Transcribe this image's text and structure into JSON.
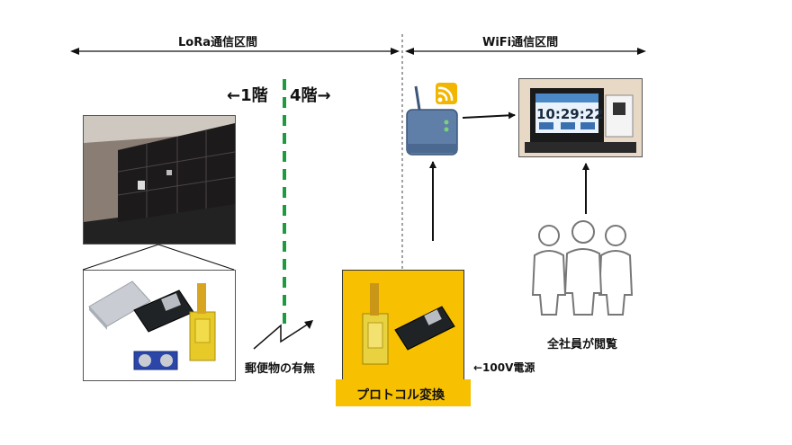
{
  "spans": {
    "lora_label": "LoRa通信区間",
    "wifi_label": "WiFi通信区間"
  },
  "floors": {
    "left": "←1階",
    "right": "4階→"
  },
  "labels": {
    "mail_presence": "郵便物の有無",
    "power": "←100V電源",
    "protocol": "プロトコル変換",
    "all_employees": "全社員が閲覧"
  },
  "tablet": {
    "clock": "10:29:22"
  },
  "colors": {
    "green_dash": "#1e9a40",
    "gateway_fill": "#f7c000",
    "gateway_label_fill": "#f7c000",
    "router_body": "#5f7ea8",
    "wifi_icon": "#f2b600"
  }
}
